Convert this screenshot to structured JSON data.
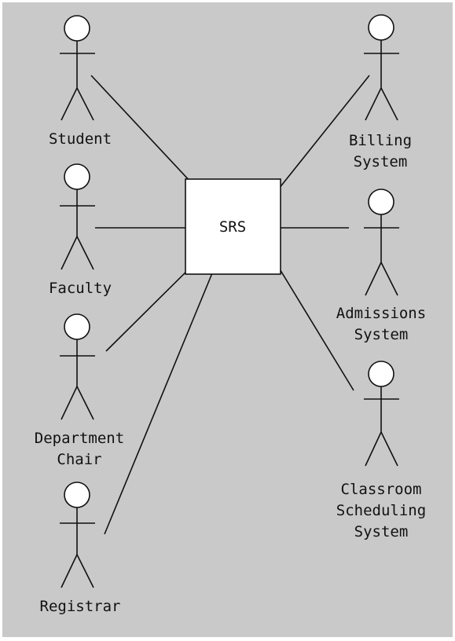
{
  "diagram": {
    "system": {
      "label": "SRS"
    },
    "actors": {
      "student": {
        "lines": [
          "Student"
        ]
      },
      "faculty": {
        "lines": [
          "Faculty"
        ]
      },
      "department_chair": {
        "lines": [
          "Department",
          "Chair"
        ]
      },
      "registrar": {
        "lines": [
          "Registrar"
        ]
      },
      "billing_system": {
        "lines": [
          "Billing",
          "System"
        ]
      },
      "admissions_system": {
        "lines": [
          "Admissions",
          "System"
        ]
      },
      "classroom_scheduling_system": {
        "lines": [
          "Classroom",
          "Scheduling",
          "System"
        ]
      }
    }
  },
  "colors": {
    "background": "#c9c9c9",
    "stroke": "#111111",
    "system_fill": "#ffffff"
  }
}
